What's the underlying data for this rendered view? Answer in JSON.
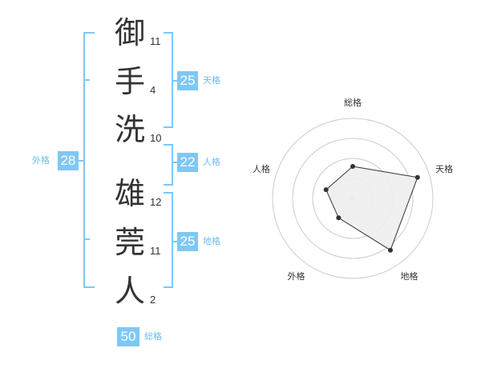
{
  "name": {
    "chars": [
      {
        "char": "御",
        "strokes": "11"
      },
      {
        "char": "手",
        "strokes": "4"
      },
      {
        "char": "洗",
        "strokes": "10"
      },
      {
        "char": "雄",
        "strokes": "12"
      },
      {
        "char": "莞",
        "strokes": "11"
      },
      {
        "char": "人",
        "strokes": "2"
      }
    ]
  },
  "fortunes": {
    "tenkaku": {
      "label": "天格",
      "value": "25"
    },
    "jinkaku": {
      "label": "人格",
      "value": "22"
    },
    "chikaku": {
      "label": "地格",
      "value": "25"
    },
    "gaikaku": {
      "label": "外格",
      "value": "28"
    },
    "soukaku": {
      "label": "総格",
      "value": "50"
    }
  },
  "colors": {
    "accent": "#7ec8f4",
    "accent_text": "#6cbcf0",
    "radar_fill": "#eeeeee",
    "radar_stroke": "#333333",
    "grid": "#cccccc"
  },
  "chart_data": {
    "type": "radar",
    "axes": [
      "総格",
      "天格",
      "地格",
      "外格",
      "人格"
    ],
    "values": [
      0.4,
      0.85,
      0.8,
      0.3,
      0.35
    ],
    "rmax": 1,
    "rings": 4
  }
}
